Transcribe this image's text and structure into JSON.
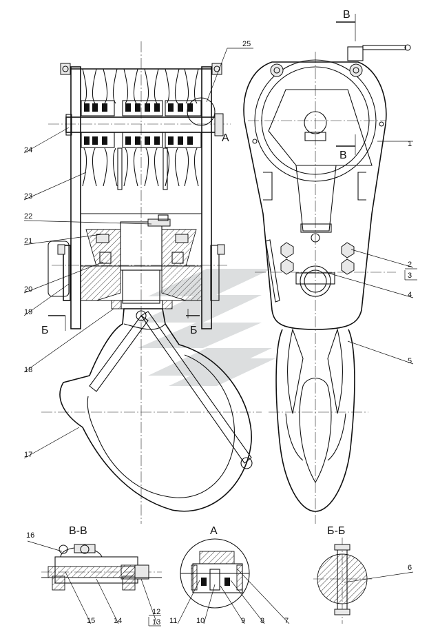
{
  "section_labels": {
    "vv": "В-В",
    "a": "А",
    "bb": "Б-Б",
    "cut_v_top": "В",
    "cut_v_bottom": "В",
    "cut_b_left": "Б",
    "cut_b_right": "Б",
    "detail_a": "А"
  },
  "part_numbers": [
    "1",
    "2",
    "3",
    "4",
    "5",
    "6",
    "7",
    "8",
    "9",
    "10",
    "11",
    "12",
    "13",
    "14",
    "15",
    "16",
    "17",
    "18",
    "19",
    "20",
    "21",
    "22",
    "23",
    "24",
    "25"
  ]
}
